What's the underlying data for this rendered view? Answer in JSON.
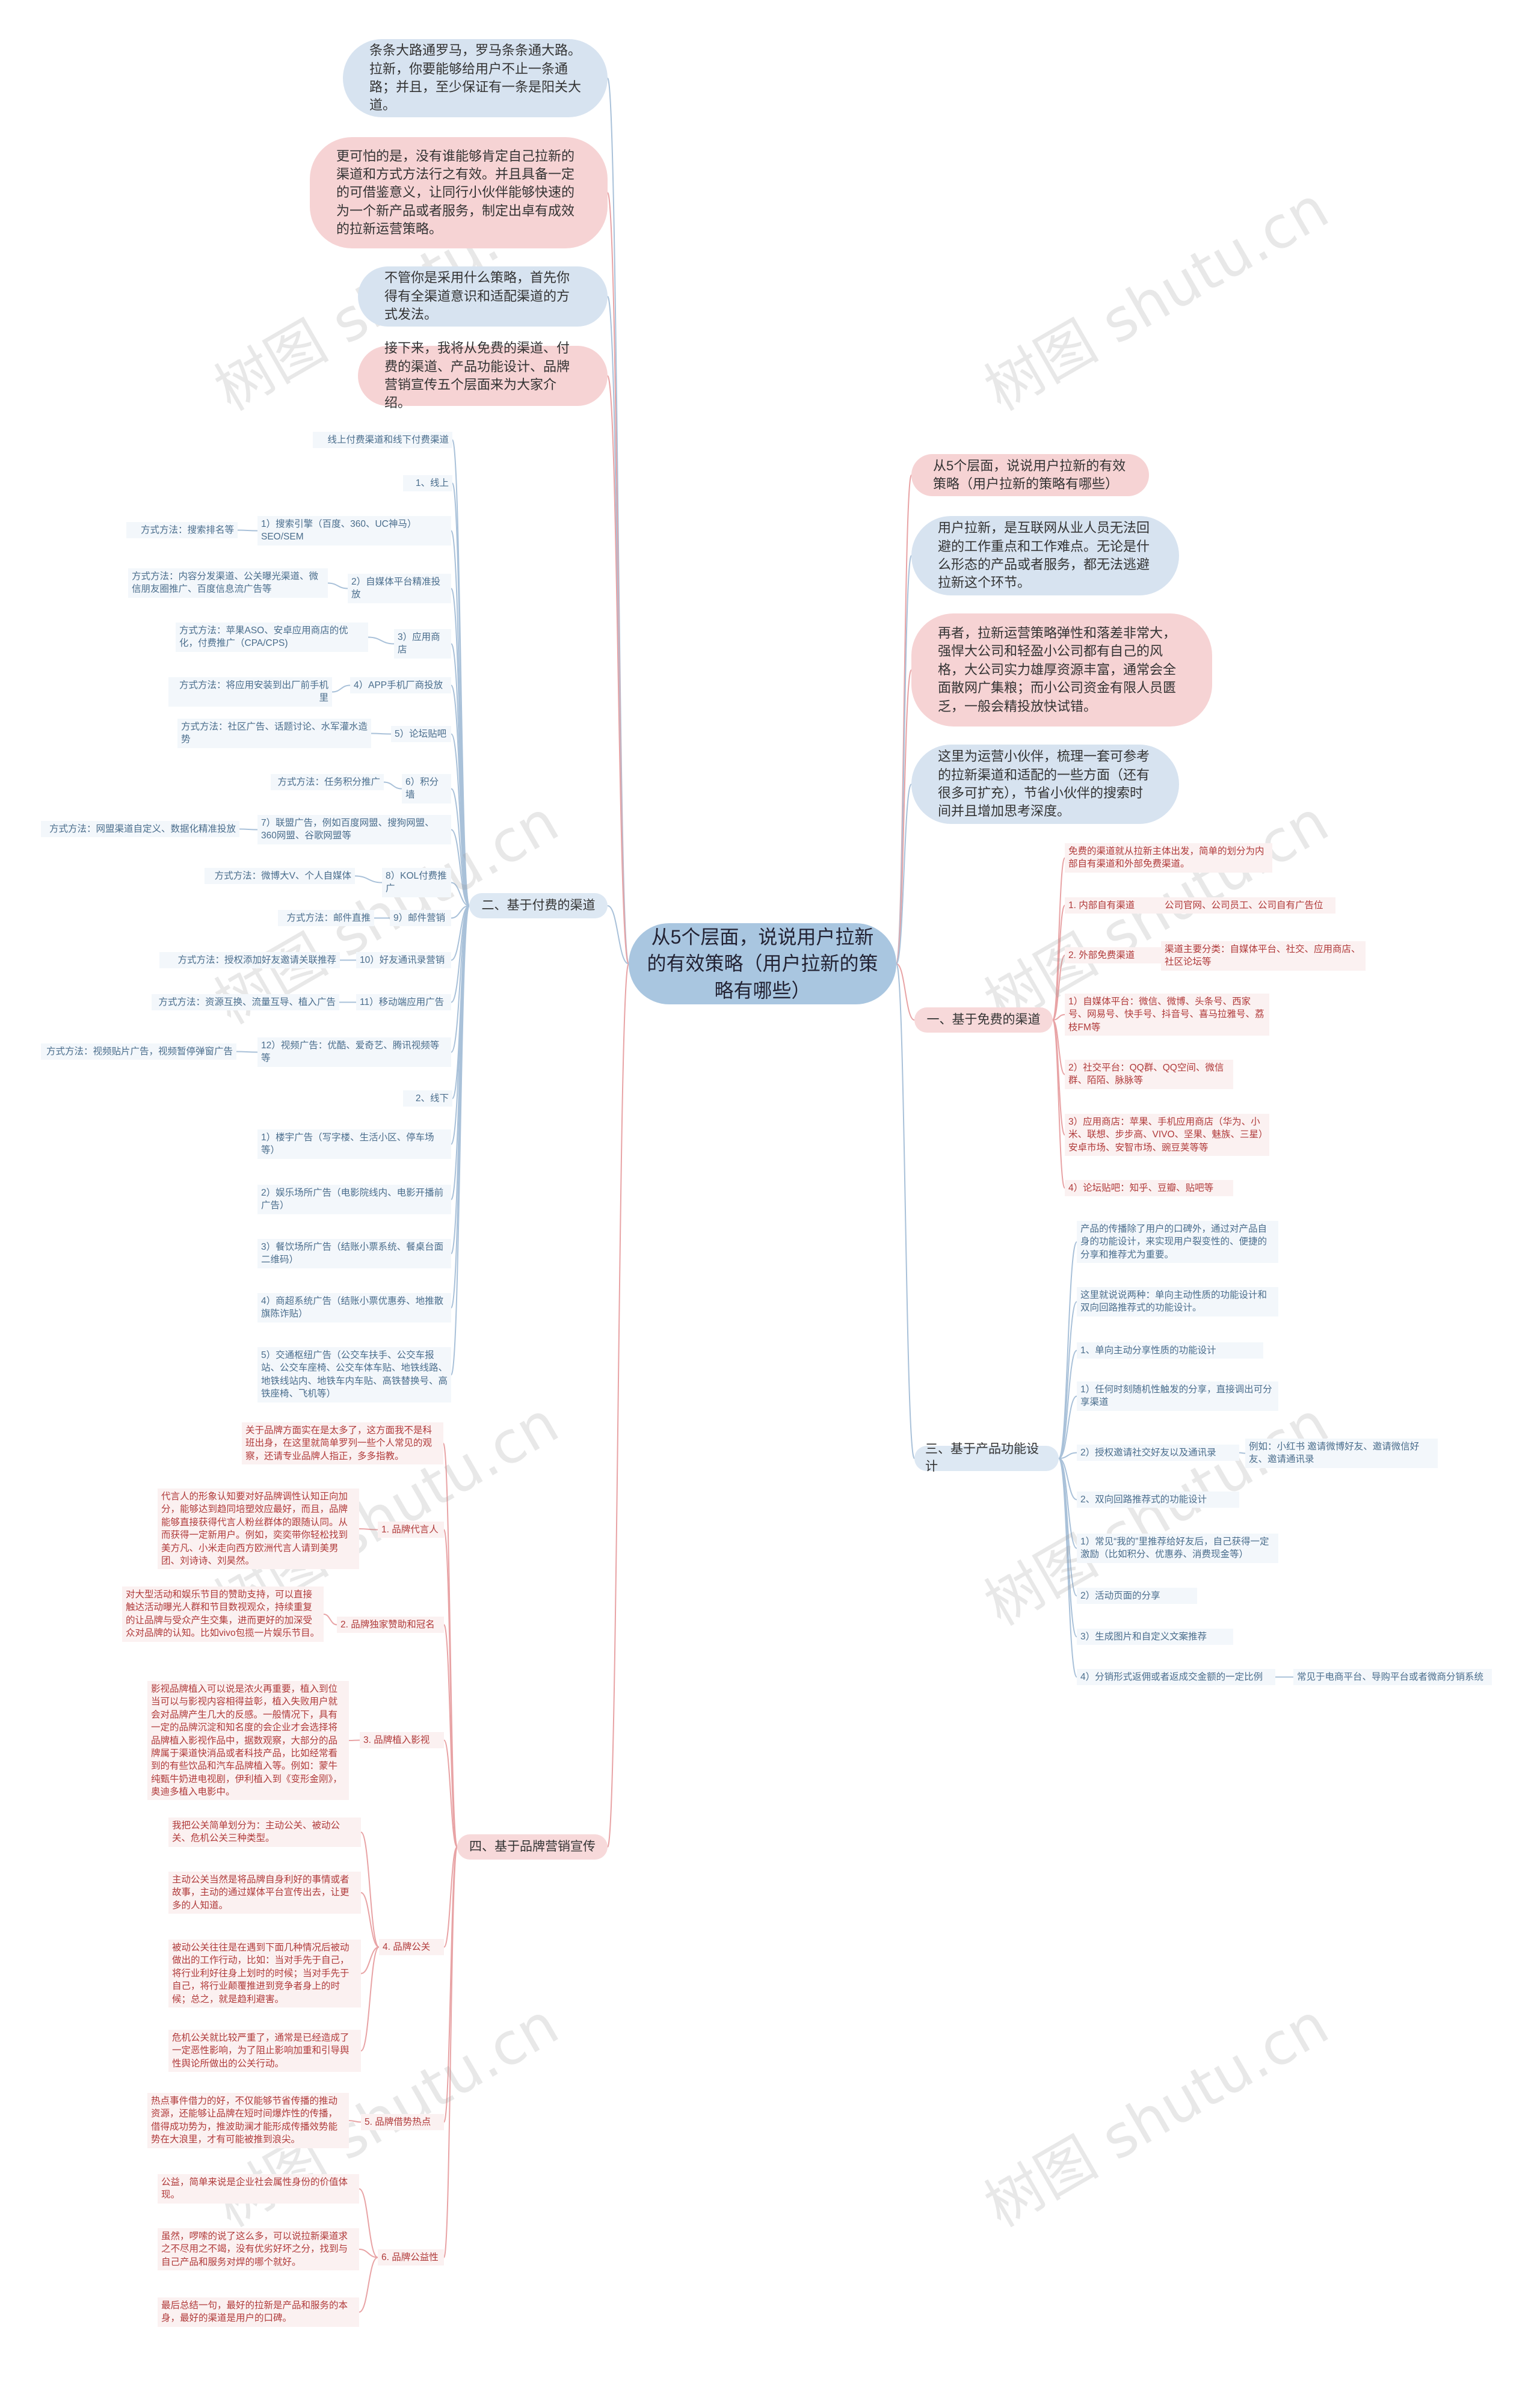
{
  "root": {
    "title": "从5个层面，说说用户拉新的有效策略（用户拉新的策略有哪些）"
  },
  "intro": [
    "条条大路通罗马，罗马条条通大路。拉新，你要能够给用户不止一条通路；并且，至少保证有一条是阳关大道。",
    "更可怕的是，没有谁能够肯定自己拉新的渠道和方式方法行之有效。并且具备一定的可借鉴意义，让同行小伙伴能够快速的为一个新产品或者服务，制定出卓有成效的拉新运营策略。",
    "不管你是采用什么策略，首先你得有全渠道意识和适配渠道的方式发法。",
    "接下来，我将从免费的渠道、付费的渠道、产品功能设计、品牌营销宣传五个层面来为大家介绍。"
  ],
  "right_top": [
    "从5个层面，说说用户拉新的有效策略（用户拉新的策略有哪些）",
    "用户拉新，是互联网从业人员无法回避的工作重点和工作难点。无论是什么形态的产品或者服务，都无法逃避拉新这个环节。",
    "再者，拉新运营策略弹性和落差非常大，强悍大公司和轻盈小公司都有自己的风格，大公司实力雄厚资源丰富，通常会全面散网广集粮；而小公司资金有限人员匮乏，一般会精投放快试错。",
    "这里为运营小伙伴，梳理一套可参考的拉新渠道和适配的一些方面（还有很多可扩充），节省小伙伴的搜索时间并且增加思考深度。"
  ],
  "paid": {
    "title": "二、基于付费的渠道",
    "header": "线上付费渠道和线下付费渠道",
    "online": "1、线上",
    "items": [
      {
        "label": "1）搜索引擎（百度、360、UC神马）SEO/SEM",
        "method": "方式方法：搜索排名等"
      },
      {
        "label": "2）自媒体平台精准投放",
        "method": "方式方法：内容分发渠道、公关曝光渠道、微信朋友圈推广、百度信息流广告等"
      },
      {
        "label": "3）应用商店",
        "method": "方式方法：苹果ASO、安卓应用商店的优化，付费推广（CPA/CPS)"
      },
      {
        "label": "4）APP手机厂商投放",
        "method": "方式方法：将应用安装到出厂前手机里"
      },
      {
        "label": "5）论坛贴吧",
        "method": "方式方法：社区广告、话题讨论、水军灌水造势"
      },
      {
        "label": "6）积分墙",
        "method": "方式方法：任务积分推广"
      },
      {
        "label": "7）联盟广告，例如百度网盟、搜狗网盟、360网盟、谷歌网盟等",
        "method": "方式方法：网盟渠道自定义、数据化精准投放"
      },
      {
        "label": "8）KOL付费推广",
        "method": "方式方法：微博大V、个人自媒体"
      },
      {
        "label": "9）邮件营销",
        "method": "方式方法：邮件直推"
      },
      {
        "label": "10）好友通讯录营销",
        "method": "方式方法：授权添加好友邀请关联推荐"
      },
      {
        "label": "11）移动端应用广告",
        "method": "方式方法：资源互换、流量互导、植入广告"
      },
      {
        "label": "12）视频广告：优酷、爱奇艺、腾讯视频等等",
        "method": "方式方法：视频贴片广告，视频暂停弹窗广告"
      }
    ],
    "offline": "2、线下",
    "offline_items": [
      "1）楼宇广告（写字楼、生活小区、停车场等）",
      "2）娱乐场所广告（电影院线内、电影开播前广告）",
      "3）餐饮场所广告（结账小票系统、餐桌台面二维码）",
      "4）商超系统广告（结账小票优惠券、地推散旗陈诈贴）",
      "5）交通枢纽广告（公交车扶手、公交车报站、公交车座椅、公交车体车贴、地铁线路、地铁线站内、地铁车内车贴、高铁替换号、高铁座椅、飞机等）"
    ]
  },
  "free": {
    "title": "一、基于免费的渠道",
    "intro": "免费的渠道就从拉新主体出发，简单的划分为内部自有渠道和外部免费渠道。",
    "items": [
      {
        "label": "1. 内部自有渠道",
        "detail": "公司官网、公司员工、公司自有广告位"
      },
      {
        "label": "2. 外部免费渠道",
        "detail": "渠道主要分类：自媒体平台、社交、应用商店、社区论坛等"
      },
      {
        "label": "1）自媒体平台：微信、微博、头条号、西家号、网易号、快手号、抖音号、喜马拉雅号、荔枝FM等"
      },
      {
        "label": "2）社交平台：QQ群、QQ空间、微信群、陌陌、脉脉等"
      },
      {
        "label": "3）应用商店：苹果、手机应用商店（华为、小米、联想、步步高、VIVO、坚果、魅族、三星）安卓市场、安智市场、豌豆荚等等"
      },
      {
        "label": "4）论坛贴吧：知乎、豆瓣、贴吧等"
      }
    ]
  },
  "feature": {
    "title": "三、基于产品功能设计",
    "items": [
      "产品的传播除了用户的口碑外，通过对产品自身的功能设计，来实现用户裂变性的、便捷的分享和推荐尤为重要。",
      "这里就说说两种：单向主动性质的功能设计和双向回路推荐式的功能设计。",
      "1、单向主动分享性质的功能设计",
      "1）任何时刻随机性触发的分享，直接调出可分享渠道",
      "2）授权邀请社交好友以及通讯录",
      "2、双向回路推荐式的功能设计",
      "1）常见“我的”里推荐给好友后，自己获得一定激励（比如积分、优惠券、消费现金等）",
      "2）活动页面的分享",
      "3）生成图片和自定义文案推荐",
      "4）分销形式返佣或者返成交金额的一定比例"
    ],
    "notes": [
      "例如：小红书 邀请微博好友、邀请微信好友、邀请通讯录",
      "常见于电商平台、导购平台或者微商分销系统"
    ]
  },
  "brand": {
    "title": "四、基于品牌营销宣传",
    "intro": "关于品牌方面实在是太多了，这方面我不是科班出身，在这里就简单罗列一些个人常见的观察，还请专业品牌人指正，多多指教。",
    "items": [
      {
        "label": "1. 品牌代言人",
        "details": [
          "代言人的形象认知要对好品牌调性认知正向加分，能够达到趋同培塑效应最好，而且，品牌能够直接获得代言人粉丝群体的跟随认同。从而获得一定新用户。例如，奕奕带你轻松找到美方凡、小米走向西方欧洲代言人请到美男团、刘诗诗、刘昊然。"
        ]
      },
      {
        "label": "2. 品牌独家赞助和冠名",
        "details": [
          "对大型活动和娱乐节目的赞助支持，可以直接触达活动曝光人群和节目数视观众，持续重复的让品牌与受众产生交集，进而更好的加深受众对品牌的认知。比如vivo包揽一片娱乐节目。"
        ]
      },
      {
        "label": "3. 品牌植入影视",
        "details": [
          "影视品牌植入可以说是浓火再重要，植入到位当可以与影视内容相得益彰，植入失败用户就会对品牌产生几大的反感。一般情况下，具有一定的品牌沉淀和知名度的会企业才会选择将品牌植入影视作品中，据数观察，大部分的品牌属于渠道快消品或者科技产品，比如经常看到的有些饮品和汽车品牌植入等。例如：蒙牛纯甄牛奶进电视剧，伊利植入到《变形金刚》，奥迪多植入电影中。"
        ]
      },
      {
        "label": "4. 品牌公关",
        "details": [
          "我把公关简单划分为：主动公关、被动公关、危机公关三种类型。",
          "主动公关当然是将品牌自身利好的事情或者故事，主动的通过媒体平台宣传出去，让更多的人知道。",
          "被动公关往往是在遇到下面几种情况后被动做出的工作行动，比如：当对手先于自己，将行业利好往身上划时的时候；当对手先于自己，将行业颠覆推进到竞争者身上的时候；总之，就是趋利避害。",
          "危机公关就比较严重了，通常是已经造成了一定恶性影响，为了阻止影响加重和引导舆性舆论所做出的公关行动。"
        ]
      },
      {
        "label": "5. 品牌借势热点",
        "details": [
          "热点事件借力的好，不仅能够节省传播的推动资源，还能够让品牌在短时间爆炸性的传播，借得成功势为，推波助澜才能形成传播效势能势在大浪里，才有可能被推到浪尖。"
        ]
      },
      {
        "label": "6. 品牌公益性",
        "details": [
          "公益，简单来说是企业社会属性身份的价值体现。",
          "虽然，啰嗦的说了这么多，可以说拉新渠道求之不尽用之不竭，没有优劣好坏之分，找到与自己产品和服务对焊的哪个就好。",
          "最后总结一句，最好的拉新是产品和服务的本身，最好的渠道是用户的口碑。"
        ]
      }
    ]
  },
  "watermark": "树图 shutu.cn"
}
